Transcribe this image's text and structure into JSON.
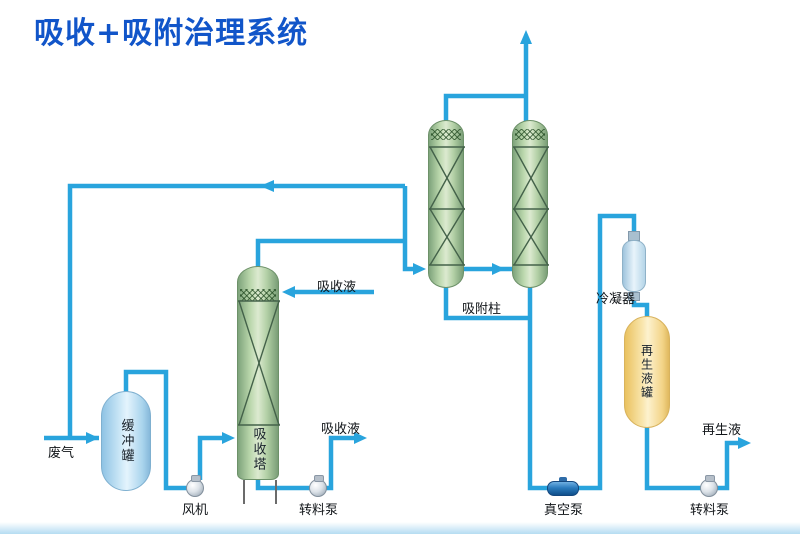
{
  "title": "吸收+吸附治理系统",
  "colors": {
    "title-blue": "#1155c9",
    "pipe-blue": "#29a4dd"
  },
  "equipment": {
    "buffer_tank": "缓冲罐",
    "absorption_tower": "吸收塔",
    "adsorption_column": "吸附柱",
    "condenser": "冷凝器",
    "regen_tank": "再生液罐",
    "fan": "风机",
    "transfer_pump_left": "转料泵",
    "vacuum_pump": "真空泵",
    "transfer_pump_right": "转料泵"
  },
  "streams": {
    "waste_gas": "废气",
    "absorbent_in": "吸收液",
    "absorbent_out": "吸收液",
    "regen_liquid_out": "再生液"
  }
}
